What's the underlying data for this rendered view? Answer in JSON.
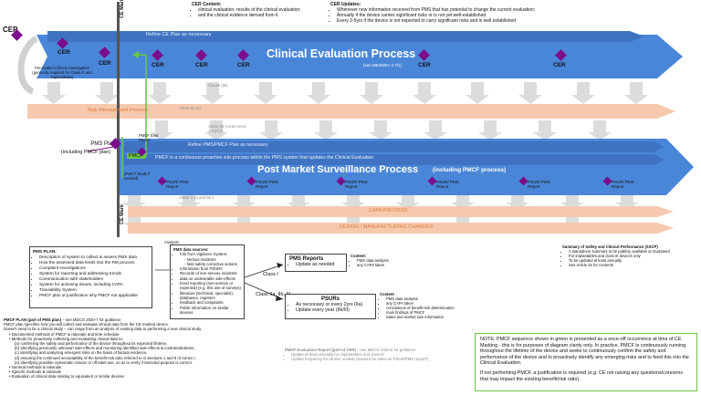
{
  "cep": {
    "label": "CEP"
  },
  "ce_mark": {
    "label": "CE Mark"
  },
  "header_cer_content": {
    "title": "CER Content:",
    "items": [
      "clinical evaluation, results of the clinical evaluation;",
      "and the clinical evidence derived from it"
    ]
  },
  "header_cer_updates": {
    "title": "CER Updates:",
    "items": [
      "Whenever new information received from PMS that has potential to change the current evaluation;",
      "Annually if the device carries significant risks or is not yet well-established",
      "Every 2-5yrs if the device is not expected to carry significant risks and is well established"
    ]
  },
  "clinical_process": {
    "title": "Clinical Evaluation Process",
    "subtitle": "(see MEDDEV 2.7/1)",
    "refine_label": "Refine CE Plan as necessary",
    "cer_labels": [
      "CER",
      "CER",
      "CER",
      "CER",
      "CER",
      "CER",
      "CER"
    ]
  },
  "preclinical_note": "Pre-market Clinical investigation (generally required for Class III and implantables)",
  "annex_labels": [
    "Clause (56)",
    "Article 61 (1)",
    "Article 83 II and Annex 1.3 (iii)(f)",
    "Article 3.14 and 86.3"
  ],
  "risk_process": {
    "label": "Risk Management Process"
  },
  "pms_plan_left": {
    "title": "PMS Plan",
    "subtitle": "(including PMCF plan)"
  },
  "pmcf_labels": {
    "pmcf_eval": "PMCF Eval. Report",
    "pmcf": "PMCF",
    "pmcf_study": "(PMCF Study if needed)"
  },
  "pms_process": {
    "refine_label": "Refine PMS/PMCF Plan as necessary",
    "continuous_label": "PMCF is a continuous proactive sub-process within the PMS system that updates the Clinical Evaluation",
    "title": "Post Market Surveillance Process",
    "subtitle": "(including PMCF process)",
    "psur_labels": [
      "PSUR/ PMS Report",
      "PSUR/ PMS Report",
      "PSUR/ PMS Report",
      "PSUR/ PMS Report",
      "PSUR/ PMS Report",
      "PSUR/ PMS Report"
    ]
  },
  "capa_label": "CAPA PROCESS",
  "design_label": "DESIGN / MANUFACTURING CHANGES",
  "pms_plan_box": {
    "title": "PMS PLAN:",
    "items": [
      "Description of system to collect & assess PMS data",
      "How the assessed data feeds into the RM process",
      "Complaint investigations",
      "System for reporting and addressing trends",
      "Communication with stakeholders",
      "System for actioning issues, including CAPA",
      "Traceability System",
      "PMCF plan or justification why PMCF not applicable"
    ]
  },
  "analysis": {
    "label": "Analysis:",
    "title": "PMS data sources:",
    "items": [
      "Info from Vigilance System:",
      "- serious incidents",
      "- field safety corrective actions",
      "Information from PSURs",
      "Records of non-serious incidents",
      "data on undesirable side-effects",
      "trend reporting (non-serious or expected) (e.g. this use of surveys)",
      "literature (technical, specialist), databases, registers",
      "feedback and complaints",
      "Public information on similar devices"
    ]
  },
  "class_labels": {
    "class1": "Class I",
    "class2": "Class IIa, IIb, III"
  },
  "pms_reports": {
    "title": "PMS Reports",
    "item": "Update as needed"
  },
  "pms_reports_content": {
    "title": "Content:",
    "items": [
      "PMS data analysis",
      "any CAPA taken"
    ]
  },
  "psurs": {
    "title": "PSURs",
    "items": [
      "As necessary or every 2yrs (IIa)",
      "Update every year (IIb/III)"
    ]
  },
  "psurs_content": {
    "title": "Content",
    "items": [
      "PMS data analysis",
      "any CAPA taken",
      "conclusions of benefit-risk determination",
      "main findings of PMCF",
      "Sales and market size information"
    ]
  },
  "sscp": {
    "title": "Summary of Safety and Clinical Performance (SSCP)",
    "items": [
      "A standalone summary to be publicly available on Eudamed",
      "For implantables and class III devices only",
      "To be updated at least annually",
      "See Article 32 for contents"
    ]
  },
  "pmcf_plan": {
    "title": "PMCF PLAN (part of PMS plan)",
    "title_ref": " – see MDCG 2020-7 for guidance",
    "lines": [
      "PMCF plan specifies how you will collect and evaluate clinical data from the CE marked device.",
      "Doesn't need to be a clinical study – can range from an analysis of existing data to performing a new clinical study.",
      "• Documented methods of PMCF & rationale and time schedule",
      "• Methods for proactively collecting and evaluating clinical data to:",
      "(a) confirming the safety and performance of the device throughout its expected lifetime,",
      "(b) identifying previously unknown side-effects and monitoring identified side-effects & contraindications,",
      "(c) identifying and analysing emergent risks on the basis of factual evidence,",
      "(d) ensuring the continued acceptability of the benefit-risk ratio referred to in Sections 1 and 8 of Annex I,",
      "(e) identifying possible systematic misuse or off-label use, so as to verify if intended purpose is correct",
      "• General methods & rationale",
      "• Specific methods & rationale",
      "• Evaluation of clinical data relating to equivalent or similar devices"
    ]
  },
  "pmcf_eval_report": {
    "title": "PMCF Evaluation Report (part of CER)",
    "title_ref": " – see MDCG 2020-8 for guidance",
    "items": [
      "Update at least annually for implantables and class III",
      "Update frequency for all else unclear (would it be same as PSUR/PMS report?)"
    ]
  },
  "note": {
    "text": "NOTE: PMCF sequence shown in green is presented as a once-off occurrence at time of CE Marking - this is for purposes of diagram clarity only. In practice, PMCF is continuously running throughout the lifetime of the device and seeks to continuously confirm the safety and performance of the device and to proactively identify any emerging risks and to feed this into the Clinical Evaluation.",
    "text2": "If not performing PMCF, a justification is required (e.g. CE not raising any questions/concerns that may impact the existing benefit/risk ratio)"
  },
  "colors": {
    "blue": "#4a86d8",
    "dark_blue": "#3f73c2",
    "purple": "#7b0d8a",
    "orange": "#f6c9ae",
    "gray_arrow": "#d3d3d3",
    "green": "#6cc644"
  }
}
